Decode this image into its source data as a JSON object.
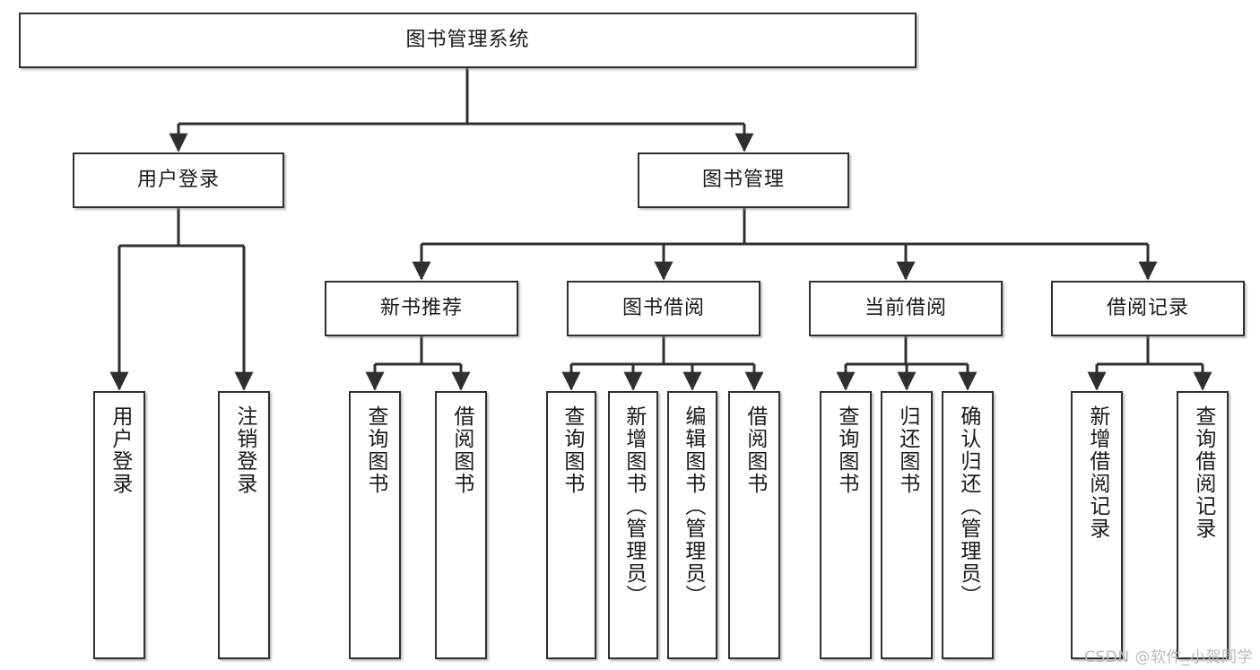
{
  "diagram": {
    "title": "图书管理系统",
    "type": "hierarchy-tree",
    "watermark": "CSDN @软件_小贺同学",
    "colors": {
      "node_border": "#2f2f2f",
      "node_fill": "#ffffff",
      "edge": "#2f2f2f",
      "text": "#1a1a1a",
      "watermark": "#b9b9b9"
    },
    "levels": {
      "root": {
        "label": "图书管理系统"
      },
      "level2": [
        {
          "label": "用户登录"
        },
        {
          "label": "图书管理"
        }
      ],
      "level3": [
        {
          "label": "新书推荐"
        },
        {
          "label": "图书借阅"
        },
        {
          "label": "当前借阅"
        },
        {
          "label": "借阅记录"
        }
      ],
      "leaves": {
        "user_login": [
          {
            "label": "用户登录"
          },
          {
            "label": "注销登录"
          }
        ],
        "new_book_recommend": [
          {
            "label": "查询图书"
          },
          {
            "label": "借阅图书"
          }
        ],
        "book_borrow": [
          {
            "label": "查询图书"
          },
          {
            "label": "新增图书（管理员）"
          },
          {
            "label": "编辑图书（管理员）"
          },
          {
            "label": "借阅图书"
          }
        ],
        "current_borrow": [
          {
            "label": "查询图书"
          },
          {
            "label": "归还图书"
          },
          {
            "label": "确认归还（管理员）"
          }
        ],
        "borrow_records": [
          {
            "label": "新增借阅记录"
          },
          {
            "label": "查询借阅记录"
          }
        ]
      }
    }
  }
}
